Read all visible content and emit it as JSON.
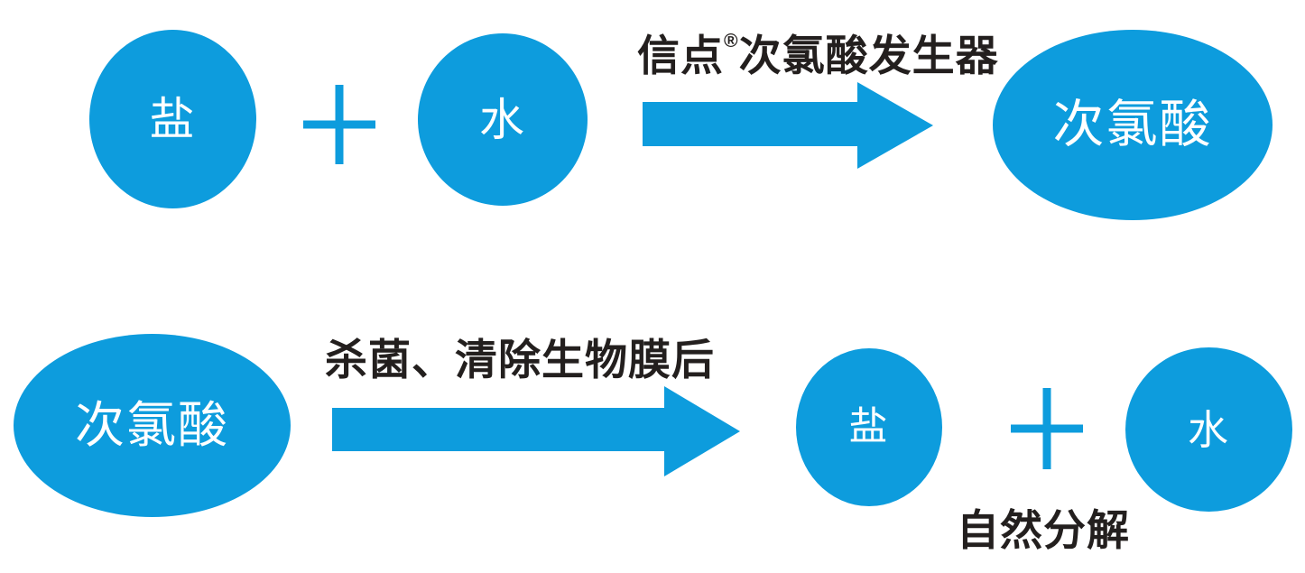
{
  "colors": {
    "blue": "#0d9cdd",
    "ink": "#231f1e",
    "node_text": "#ffffff",
    "bg": "#ffffff"
  },
  "icons": {
    "plus": "plus-icon",
    "arrow_right": "arrow-right-icon"
  },
  "row1": {
    "salt": "盐",
    "water": "水",
    "brand": "信点",
    "reg_mark": "®",
    "generator": "次氯酸发生器",
    "product": "次氯酸"
  },
  "row2": {
    "source": "次氯酸",
    "process_label": "杀菌、清除生物膜后",
    "salt": "盐",
    "water": "水",
    "decompose_label": "自然分解"
  }
}
